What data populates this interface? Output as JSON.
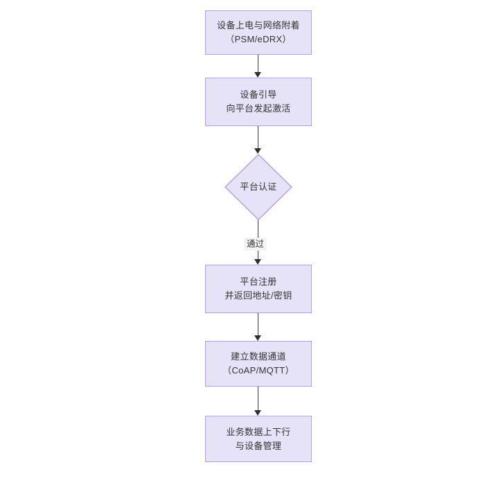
{
  "diagram": {
    "type": "flowchart",
    "orientation": "top-to-bottom",
    "background_color": "#ffffff",
    "node_fill_color": "#e6e3f8",
    "node_border_color": "#b49de0",
    "text_color": "#333333",
    "connector_color": "#3a3a3a",
    "nodes": [
      {
        "id": "n1",
        "shape": "rectangle",
        "line1": "设备上电与网络附着",
        "line2": "（PSM/eDRX）"
      },
      {
        "id": "n2",
        "shape": "rectangle",
        "line1": "设备引导",
        "line2": "向平台发起激活"
      },
      {
        "id": "n3",
        "shape": "diamond",
        "line1": "平台认证",
        "line2": ""
      },
      {
        "id": "n4",
        "shape": "rectangle",
        "line1": "平台注册",
        "line2": "并返回地址/密钥"
      },
      {
        "id": "n5",
        "shape": "rectangle",
        "line1": "建立数据通道",
        "line2": "（CoAP/MQTT）"
      },
      {
        "id": "n6",
        "shape": "rectangle",
        "line1": "业务数据上下行",
        "line2": "与设备管理"
      }
    ],
    "edges": [
      {
        "from": "n1",
        "to": "n2",
        "label": ""
      },
      {
        "from": "n2",
        "to": "n3",
        "label": ""
      },
      {
        "from": "n3",
        "to": "n4",
        "label": "通过"
      },
      {
        "from": "n4",
        "to": "n5",
        "label": ""
      },
      {
        "from": "n5",
        "to": "n6",
        "label": ""
      }
    ],
    "edge_labels": {
      "pass": "通过"
    }
  }
}
